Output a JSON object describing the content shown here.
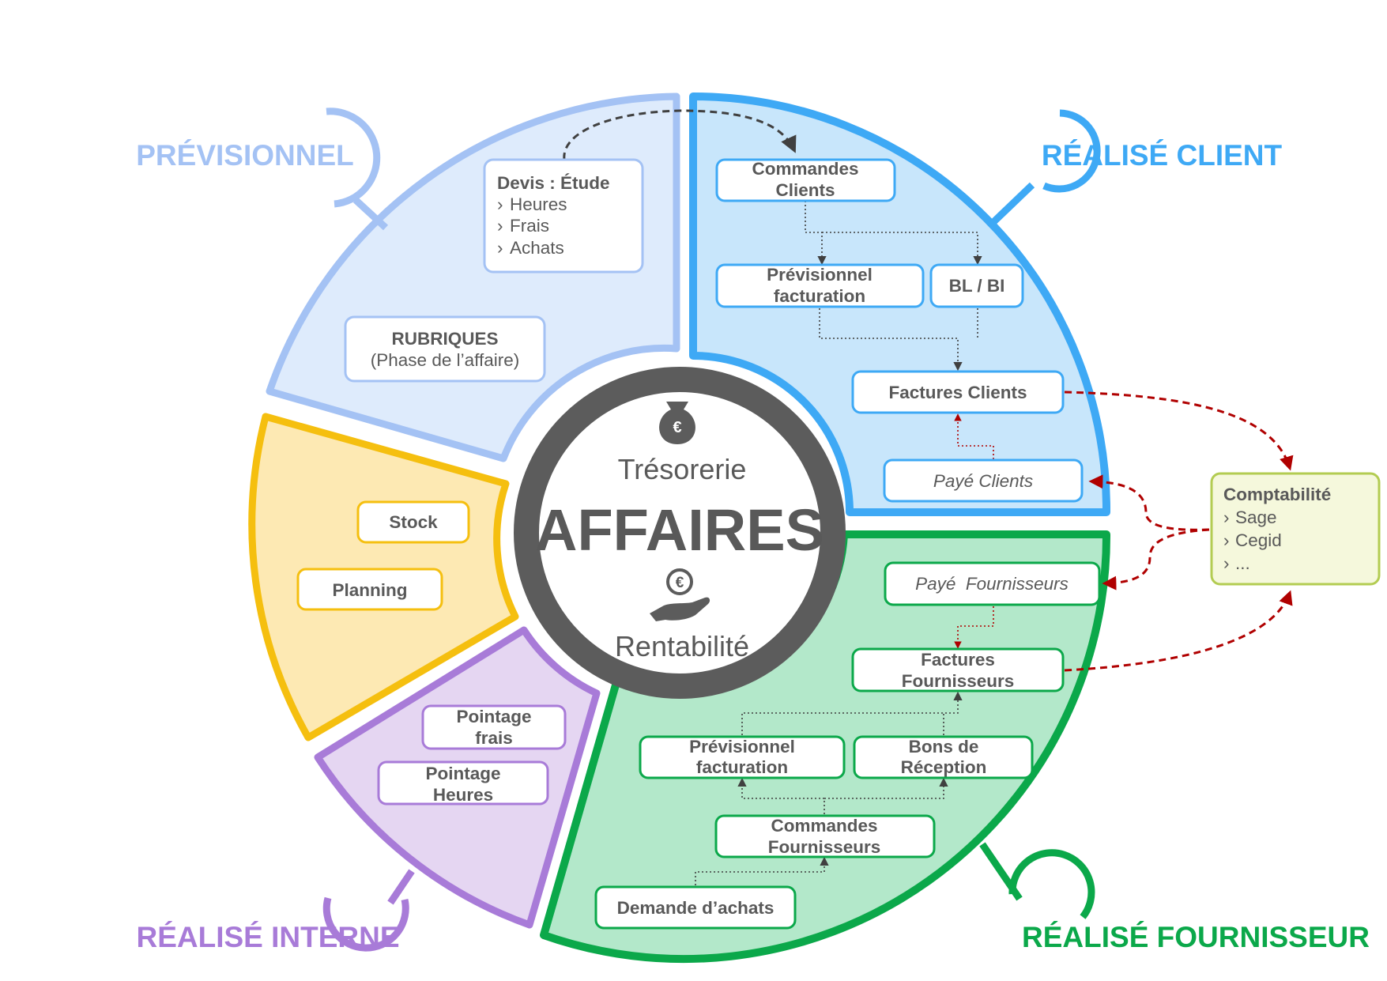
{
  "colors": {
    "previsionnel": "#a4c2f4",
    "previsionnel_fill": "#deebfc",
    "realise_client": "#3ea9f5",
    "realise_client_fill": "#c8e6fb",
    "realise_fournisseur": "#0ba84a",
    "realise_fournisseur_fill": "#b3e8ca",
    "realise_interne": "#a87bd8",
    "realise_interne_fill": "#e5d6f2",
    "stock_planning": "#f5bf0f",
    "stock_planning_fill": "#fde9b3",
    "center": "#5c5c5c",
    "comptabilite": "#b3cc52",
    "comptabilite_fill": "#f5f8dc",
    "flow_red": "#b00000",
    "text": "#595959"
  },
  "center": {
    "top_icon": "money-bag-euro-icon",
    "top_label": "Trésorerie",
    "title": "AFFAIRES",
    "bottom_icon": "hand-euro-icon",
    "bottom_label": "Rentabilité"
  },
  "sections": {
    "previsionnel": {
      "title": "PRÉVISIONNEL",
      "devis": {
        "title": "Devis : Étude",
        "items": [
          "Heures",
          "Frais",
          "Achats"
        ]
      },
      "rubriques": {
        "title": "RUBRIQUES",
        "subtitle": "(Phase de l’affaire)"
      }
    },
    "realise_client": {
      "title": "RÉALISÉ CLIENT",
      "commandes": [
        "Commandes",
        "Clients"
      ],
      "previsionnel_facturation": [
        "Prévisionnel",
        "facturation"
      ],
      "bl_bi": "BL / BI",
      "factures": "Factures Clients",
      "paye": "Payé Clients"
    },
    "stock_planning": {
      "stock": "Stock",
      "planning": "Planning"
    },
    "realise_interne": {
      "title": "RÉALISÉ INTERNE",
      "pointage_frais": [
        "Pointage",
        "frais"
      ],
      "pointage_heures": [
        "Pointage",
        "Heures"
      ]
    },
    "realise_fournisseur": {
      "title": "RÉALISÉ FOURNISSEUR",
      "paye": "Payé  Fournisseurs",
      "factures": [
        "Factures",
        "Fournisseurs"
      ],
      "previsionnel_facturation": [
        "Prévisionnel",
        "facturation"
      ],
      "bons_reception": [
        "Bons de",
        "Réception"
      ],
      "commandes": [
        "Commandes",
        "Fournisseurs"
      ],
      "demande_achats": "Demande d’achats"
    }
  },
  "comptabilite": {
    "title": "Comptabilité",
    "items": [
      "Sage",
      "Cegid",
      "..."
    ]
  }
}
